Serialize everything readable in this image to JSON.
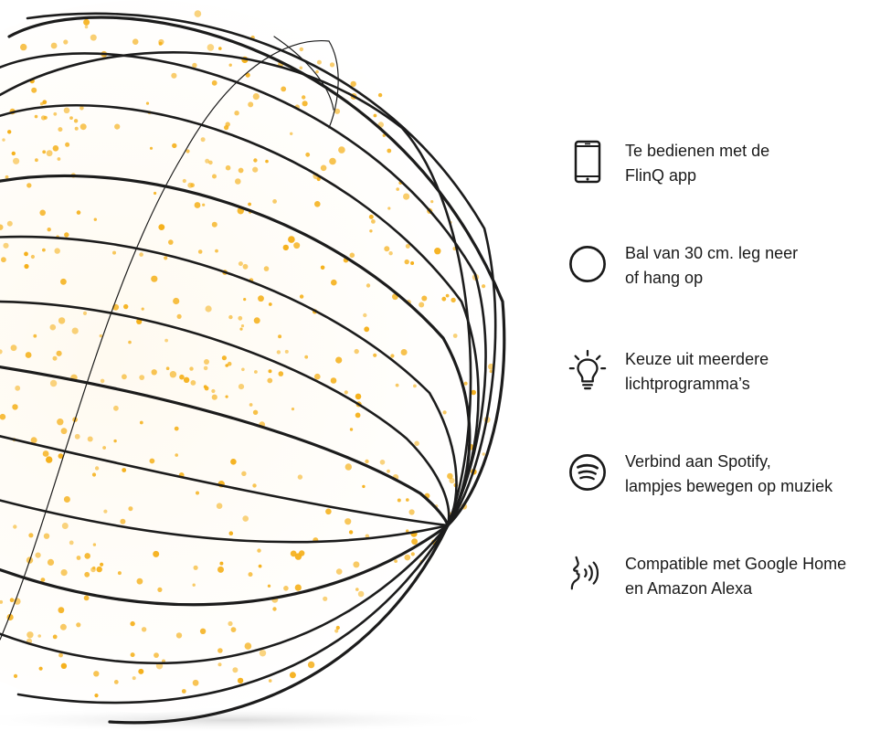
{
  "features": [
    {
      "icon": "smartphone-icon",
      "line1": "Te bedienen met de",
      "line2": "FlinQ app"
    },
    {
      "icon": "circle-icon",
      "line1": "Bal van 30 cm. leg neer",
      "line2": "of hang op"
    },
    {
      "icon": "lightbulb-icon",
      "line1": "Keuze uit meerdere",
      "line2": "lichtprogramma’s"
    },
    {
      "icon": "spotify-icon",
      "line1": "Verbind aan Spotify,",
      "line2": "lampjes bewegen op muziek"
    },
    {
      "icon": "voice-assistant-icon",
      "line1": "Compatible met Google Home",
      "line2": "en Amazon Alexa"
    }
  ],
  "colors": {
    "text": "#1a1a1a",
    "icon": "#1a1a1a",
    "wire": "#1c1c1c",
    "led": "#f5b01a",
    "background": "#ffffff"
  }
}
